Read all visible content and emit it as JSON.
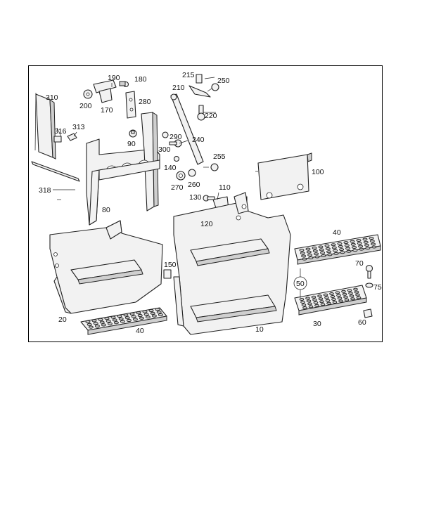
{
  "labels": {
    "l310": "310",
    "l313": "313",
    "l316": "316",
    "l318": "318",
    "l190": "190",
    "l180": "180",
    "l200": "200",
    "l170": "170",
    "l280": "280",
    "l90": "90",
    "l80": "80",
    "l215": "215",
    "l210": "210",
    "l250": "250",
    "l220": "220",
    "l290": "290",
    "l300": "300",
    "l240": "240",
    "l140": "140",
    "l255": "255",
    "l270": "270",
    "l260": "260",
    "l100": "100",
    "l110": "110",
    "l130": "130",
    "l120": "120",
    "l150": "150",
    "l20": "20",
    "l40a": "40",
    "l10": "10",
    "l40b": "40",
    "l70": "70",
    "l50": "50",
    "l75": "75",
    "l30": "30",
    "l60": "60"
  }
}
